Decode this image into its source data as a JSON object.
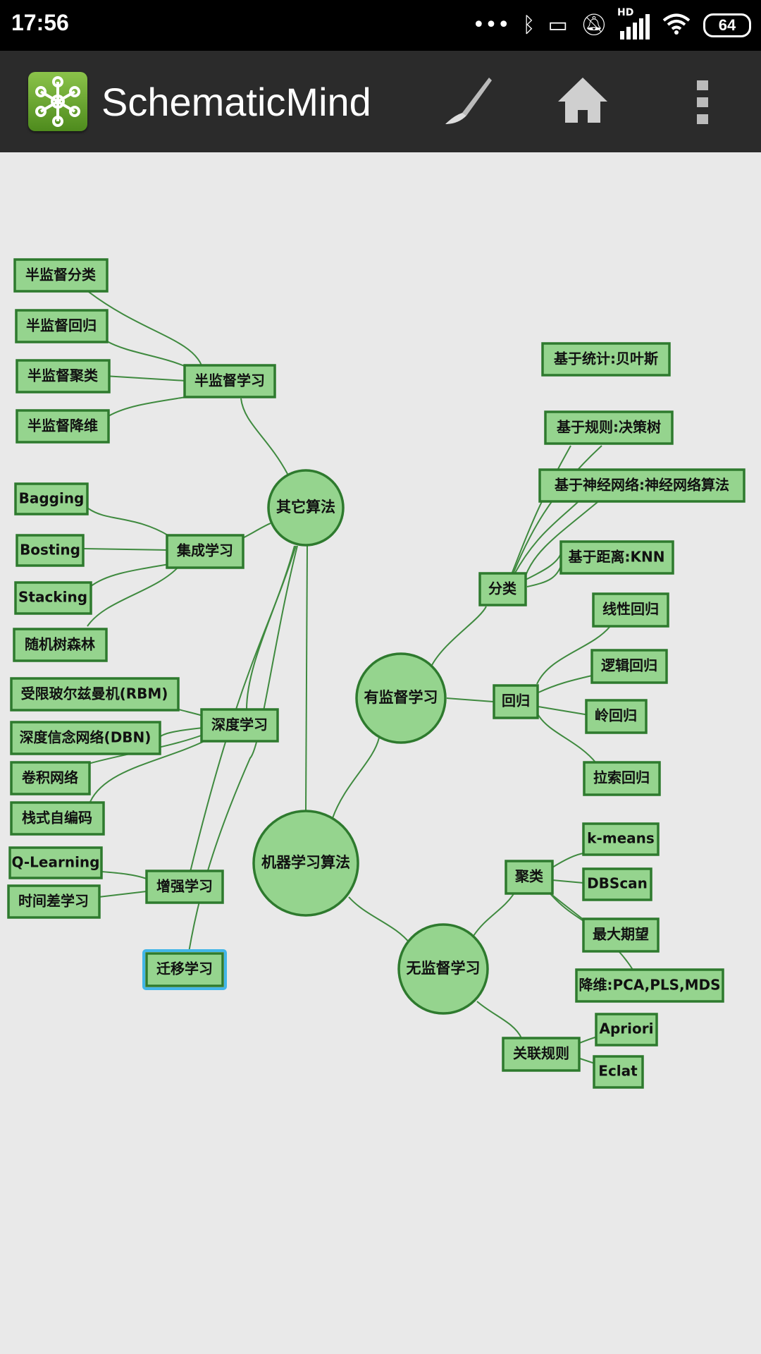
{
  "status_bar": {
    "time": "17:56",
    "icons": [
      "dots-icon",
      "bluetooth-icon",
      "vibrate-icon",
      "mute-icon",
      "signal-icon",
      "wifi-icon"
    ],
    "network_label": "HD",
    "battery_level": "64"
  },
  "action_bar": {
    "title": "SchematicMind",
    "buttons": [
      "brush-icon",
      "home-icon",
      "overflow-menu-icon"
    ]
  },
  "mindmap": {
    "root": "机器学习算法",
    "branches": {
      "other": "其它算法",
      "supervised": "有监督学习",
      "unsupervised": "无监督学习"
    },
    "nodes": {
      "semi": "半监督学习",
      "semi_cls": "半监督分类",
      "semi_reg": "半监督回归",
      "semi_clu": "半监督聚类",
      "semi_dim": "半监督降维",
      "ensemble": "集成学习",
      "bagging": "Bagging",
      "bosting": "Bosting",
      "stacking": "Stacking",
      "rf": "随机树森林",
      "deep": "深度学习",
      "rbm": "受限玻尔兹曼机(RBM)",
      "dbn": "深度信念网络(DBN)",
      "cnn": "卷积网络",
      "sae": "栈式自编码",
      "rl": "增强学习",
      "qlearn": "Q-Learning",
      "td": "时间差学习",
      "transfer": "迁移学习",
      "classify": "分类",
      "bayes": "基于统计:贝叶斯",
      "dtree": "基于规则:决策树",
      "nn": "基于神经网络:神经网络算法",
      "knn": "基于距离:KNN",
      "regression": "回归",
      "linreg": "线性回归",
      "logreg": "逻辑回归",
      "ridge": "岭回归",
      "lasso": "拉索回归",
      "cluster": "聚类",
      "kmeans": "k-means",
      "dbscan": "DBScan",
      "em": "最大期望",
      "dimred": "降维:PCA,PLS,MDS",
      "assoc": "关联规则",
      "apriori": "Apriori",
      "eclat": "Eclat"
    },
    "selected_node": "迁移学习",
    "colors": {
      "node_fill": "#95d48e",
      "node_border": "#2e7a2e",
      "selection": "#42b6e8"
    }
  }
}
